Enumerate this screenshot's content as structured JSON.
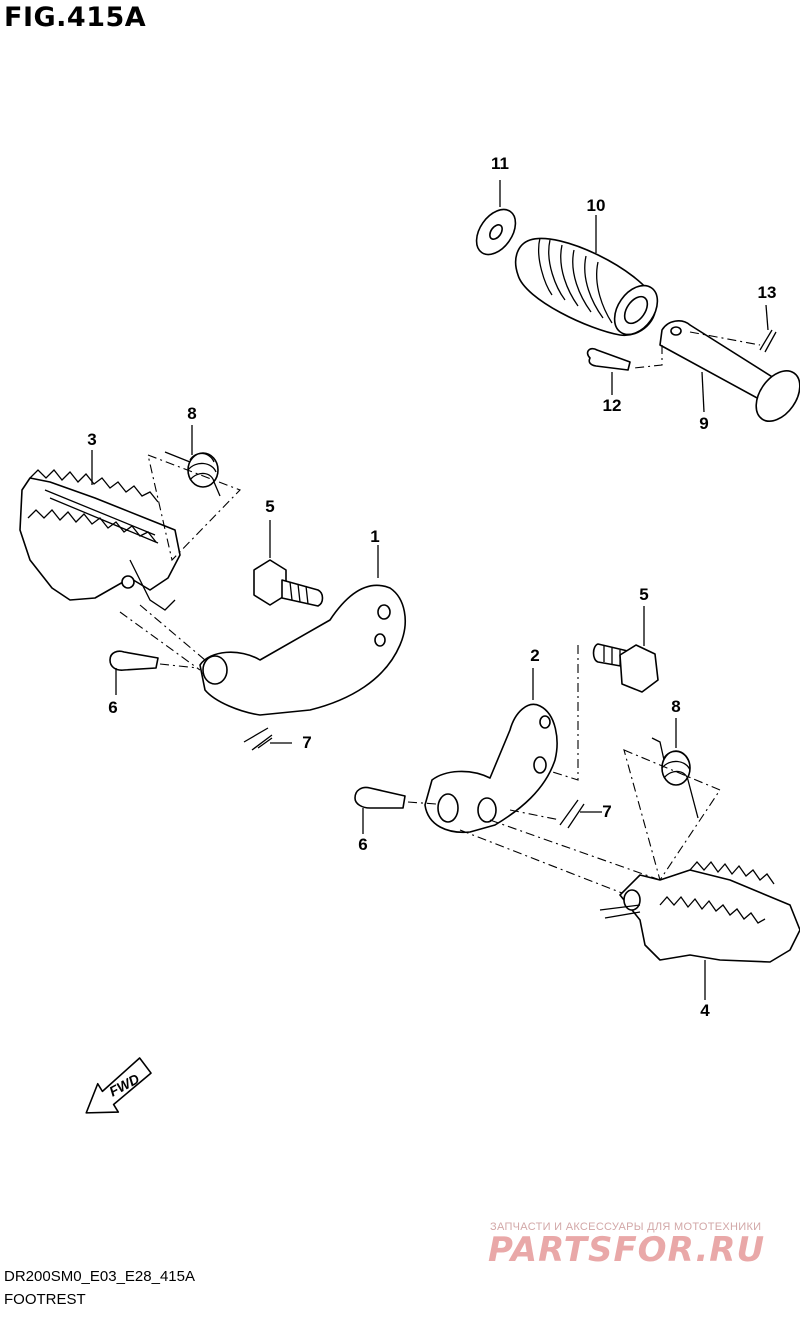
{
  "figure": {
    "title": "FIG.415A"
  },
  "footer": {
    "code": "DR200SM0_E03_E28_415A",
    "name": "FOOTREST"
  },
  "direction_marker": {
    "label": "FWD"
  },
  "watermark": {
    "line": "ЗАПЧАСТИ И АКСЕССУАРЫ ДЛЯ МОТОТЕХНИКИ",
    "logo": "PARTSFOR.RU"
  },
  "callouts": [
    {
      "id": "c1",
      "text": "1"
    },
    {
      "id": "c2",
      "text": "2"
    },
    {
      "id": "c3",
      "text": "3"
    },
    {
      "id": "c4",
      "text": "4"
    },
    {
      "id": "c5a",
      "text": "5"
    },
    {
      "id": "c5b",
      "text": "5"
    },
    {
      "id": "c6a",
      "text": "6"
    },
    {
      "id": "c6b",
      "text": "6"
    },
    {
      "id": "c7a",
      "text": "7"
    },
    {
      "id": "c7b",
      "text": "7"
    },
    {
      "id": "c8a",
      "text": "8"
    },
    {
      "id": "c8b",
      "text": "8"
    },
    {
      "id": "c9",
      "text": "9"
    },
    {
      "id": "c10",
      "text": "10"
    },
    {
      "id": "c11",
      "text": "11"
    },
    {
      "id": "c12",
      "text": "12"
    },
    {
      "id": "c13",
      "text": "13"
    }
  ]
}
